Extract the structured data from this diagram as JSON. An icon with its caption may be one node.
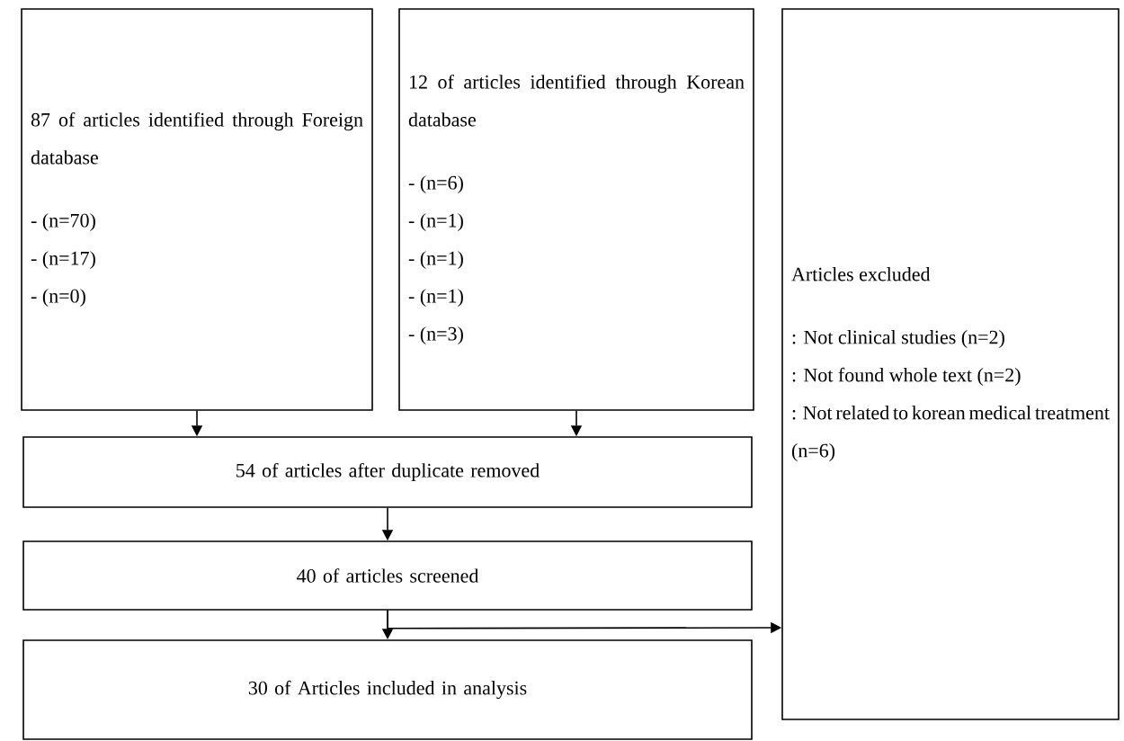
{
  "diagram": {
    "nodes": [
      {
        "text": [
          "87 of articles identified through Foreign database",
          "- (n=70)",
          "- (n=17)",
          "- (n=0)"
        ]
      },
      {
        "text": [
          "12 of articles identified through Korean database",
          "- (n=6)",
          "- (n=1)",
          "- (n=1)",
          "- (n=1)",
          "- (n=3)"
        ]
      },
      {
        "text": [
          "Articles excluded",
          ": Not clinical studies (n=2)",
          ": Not found whole text (n=2)",
          ": Not related to korean medical treatment (n=6)"
        ]
      },
      {
        "text": [
          "54 of articles after duplicate removed"
        ]
      },
      {
        "text": [
          "40 of articles screened"
        ]
      },
      {
        "text": [
          "30 of Articles included in analysis"
        ]
      }
    ],
    "edges": [
      {
        "from": 0,
        "to": 3,
        "arrow": "to"
      },
      {
        "from": 1,
        "to": 3,
        "arrow": "to"
      },
      {
        "from": 3,
        "to": 4,
        "arrow": "to"
      },
      {
        "from": 4,
        "to": 5,
        "arrow": "to"
      },
      {
        "from": 4,
        "to": 2,
        "arrow": "to"
      }
    ]
  }
}
